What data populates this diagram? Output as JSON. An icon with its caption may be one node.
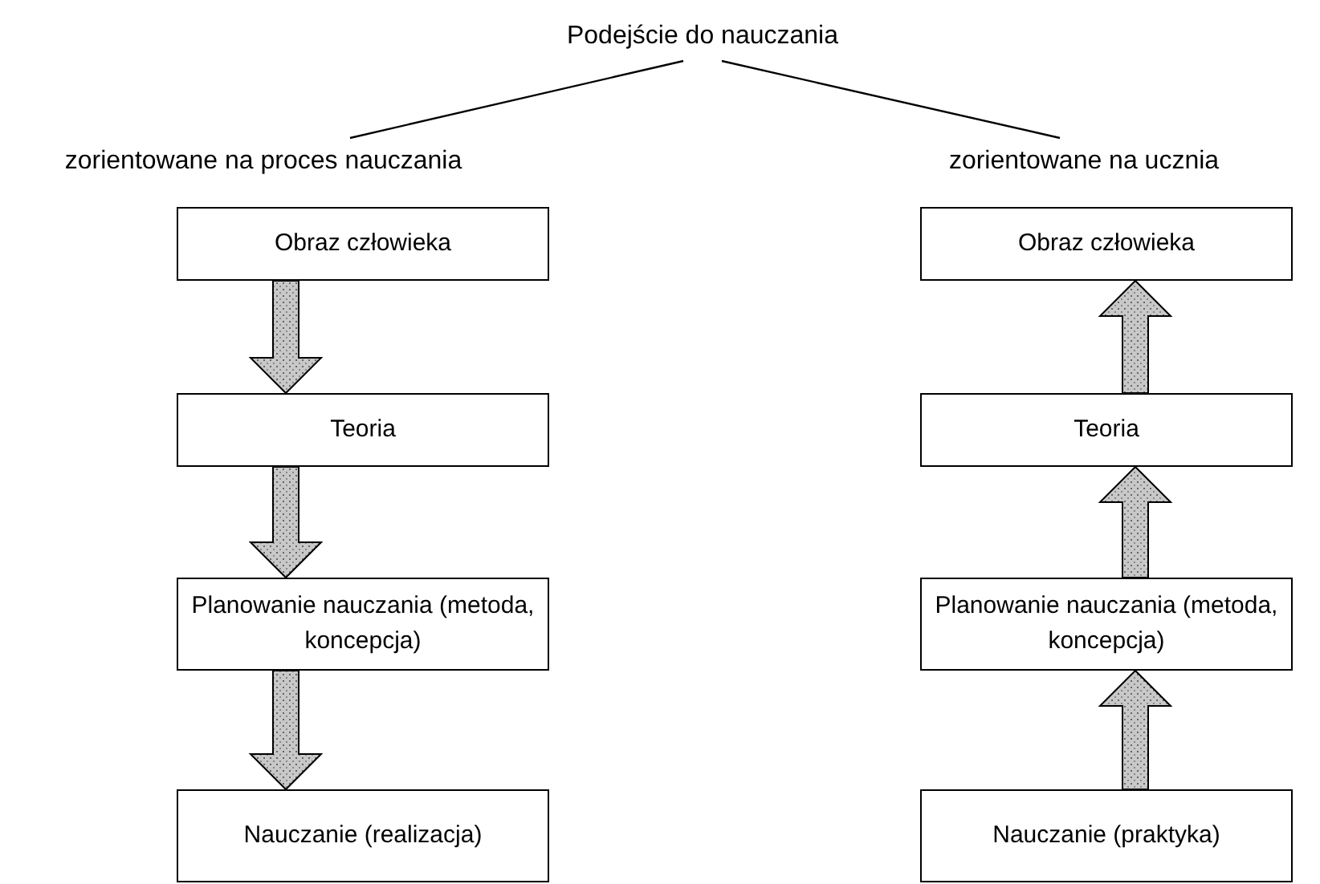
{
  "diagram": {
    "nodes": [
      {
        "text": [
          "Podejście do nauczania"
        ]
      },
      {
        "text": [
          "zorientowane na proces nauczania"
        ]
      },
      {
        "text": [
          "zorientowane na ucznia"
        ]
      },
      {
        "text": [
          "Obraz człowieka"
        ]
      },
      {
        "text": [
          "Teoria"
        ]
      },
      {
        "text": [
          "Planowanie nauczania (metoda, koncepcja)"
        ]
      },
      {
        "text": [
          "Nauczanie (realizacja)"
        ]
      },
      {
        "text": [
          "Obraz człowieka"
        ]
      },
      {
        "text": [
          "Teoria"
        ]
      },
      {
        "text": [
          "Planowanie nauczania (metoda, koncepcja)"
        ]
      },
      {
        "text": [
          "Nauczanie (praktyka)"
        ]
      }
    ],
    "edges": [
      {
        "from": 0,
        "to": 1,
        "arrow": "none"
      },
      {
        "from": 0,
        "to": 2,
        "arrow": "none"
      },
      {
        "from": 3,
        "to": 4,
        "arrow": "to",
        "style": "thick"
      },
      {
        "from": 4,
        "to": 5,
        "arrow": "to",
        "style": "thick"
      },
      {
        "from": 5,
        "to": 6,
        "arrow": "to",
        "style": "thick"
      },
      {
        "from": 10,
        "to": 9,
        "arrow": "to",
        "style": "thick"
      },
      {
        "from": 9,
        "to": 8,
        "arrow": "to",
        "style": "thick"
      },
      {
        "from": 8,
        "to": 7,
        "arrow": "to",
        "style": "thick"
      }
    ]
  }
}
